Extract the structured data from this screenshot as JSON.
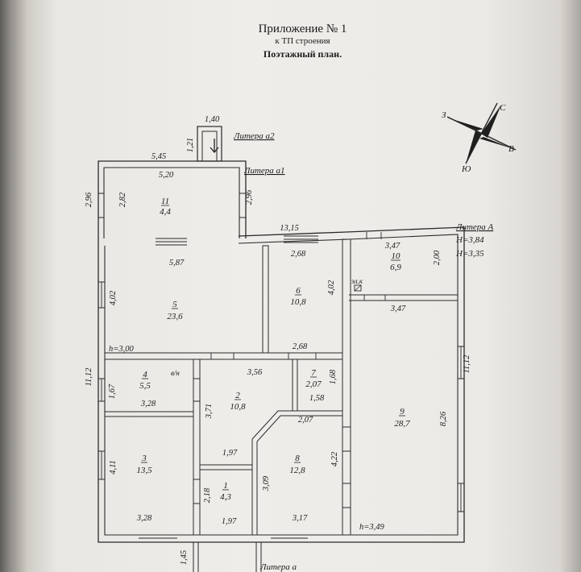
{
  "header": {
    "title": "Приложение № 1",
    "subtitle": "к ТП строения",
    "plan_title": "Поэтажный план."
  },
  "compass": {
    "n": "С",
    "e": "В",
    "s": "Ю",
    "w": "З"
  },
  "liters": {
    "a2": "Литера а2",
    "a1": "Литера а1",
    "A": "Литера А",
    "a": "Литера а",
    "H1": "Н=3,84",
    "H2": "Н=3,35"
  },
  "rooms": [
    {
      "num": "11",
      "area": "4,4"
    },
    {
      "num": "10",
      "area": "6,9"
    },
    {
      "num": "5",
      "area": "23,6"
    },
    {
      "num": "6",
      "area": "10,8"
    },
    {
      "num": "4",
      "area": "5,5"
    },
    {
      "num": "2",
      "area": "10,8"
    },
    {
      "num": "7",
      "area": "2,07"
    },
    {
      "num": "9",
      "area": "28,7"
    },
    {
      "num": "3",
      "area": "13,5"
    },
    {
      "num": "8",
      "area": "12,8"
    },
    {
      "num": "1",
      "area": "4,3"
    }
  ],
  "dimensions": {
    "d_140": "1,40",
    "d_121": "1,21",
    "d_545": "5,45",
    "d_520": "5,20",
    "d_296a": "2,96",
    "d_282": "2,82",
    "d_296b": "2,96",
    "d_1315": "13,15",
    "d_587": "5,87",
    "d_268a": "2,68",
    "d_347a": "3,47",
    "d_200": "2,00",
    "d_402a": "4,02",
    "d_402b": "4,02",
    "d_347b": "3,47",
    "d_268b": "2,68",
    "d_1112a": "11,12",
    "d_1112b": "11,12",
    "d_356": "3,56",
    "d_167": "1,67",
    "d_328a": "3,28",
    "d_371": "3,71",
    "d_168": "1,68",
    "d_158": "1,58",
    "d_207": "2,07",
    "d_826": "8,26",
    "d_411": "4,11",
    "d_197a": "1,97",
    "d_422": "4,22",
    "d_309": "3,09",
    "d_218": "2,18",
    "d_328b": "3,28",
    "d_197b": "1,97",
    "d_317": "3,17",
    "d_145": "1,45"
  },
  "heights": {
    "h300": "h=3,00",
    "h349": "h=3,49"
  },
  "marks": {
    "vn": "в/н",
    "elk": "эл.к"
  }
}
